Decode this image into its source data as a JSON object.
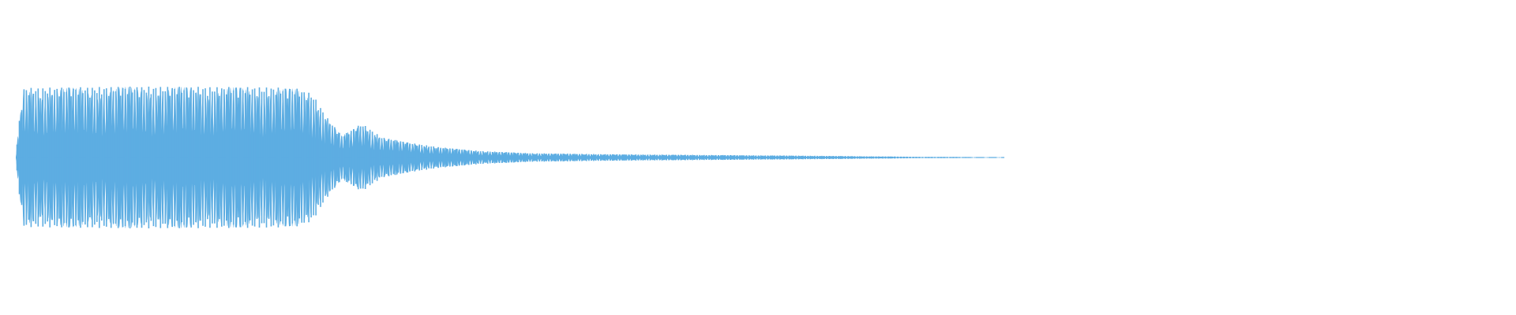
{
  "waveform": {
    "color": "#5DADE2",
    "background": "#FFFFFF",
    "envelope_profile": [
      {
        "t": 0.0,
        "a": 0.02
      },
      {
        "t": 0.003,
        "a": 0.45
      },
      {
        "t": 0.008,
        "a": 0.96
      },
      {
        "t": 0.12,
        "a": 0.98
      },
      {
        "t": 0.26,
        "a": 0.97
      },
      {
        "t": 0.285,
        "a": 0.95
      },
      {
        "t": 0.3,
        "a": 0.88
      },
      {
        "t": 0.315,
        "a": 0.55
      },
      {
        "t": 0.33,
        "a": 0.3
      },
      {
        "t": 0.35,
        "a": 0.47
      },
      {
        "t": 0.37,
        "a": 0.28
      },
      {
        "t": 0.4,
        "a": 0.2
      },
      {
        "t": 0.43,
        "a": 0.14
      },
      {
        "t": 0.47,
        "a": 0.09
      },
      {
        "t": 0.52,
        "a": 0.06
      },
      {
        "t": 0.6,
        "a": 0.045
      },
      {
        "t": 0.7,
        "a": 0.035
      },
      {
        "t": 0.8,
        "a": 0.025
      },
      {
        "t": 0.88,
        "a": 0.014
      },
      {
        "t": 0.95,
        "a": 0.008
      },
      {
        "t": 1.0,
        "a": 0.004
      }
    ],
    "cycles": 160
  }
}
